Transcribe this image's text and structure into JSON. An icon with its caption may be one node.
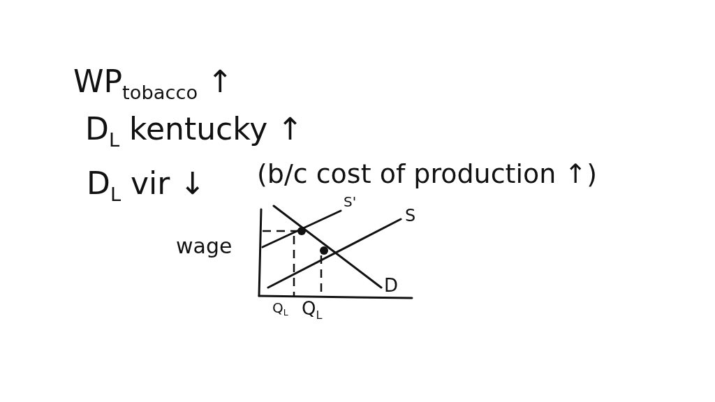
{
  "diagram": {
    "labels": [
      "WP$_{tobacco}$ ↑",
      "D$_{L}$ kentucky ↑",
      "D$_{L}$ vir ↓",
      "(b/c cost of production ↑)",
      "S'",
      "S",
      "wage",
      "D",
      "Q$_{L}$",
      "Q$_{L}$"
    ]
  }
}
